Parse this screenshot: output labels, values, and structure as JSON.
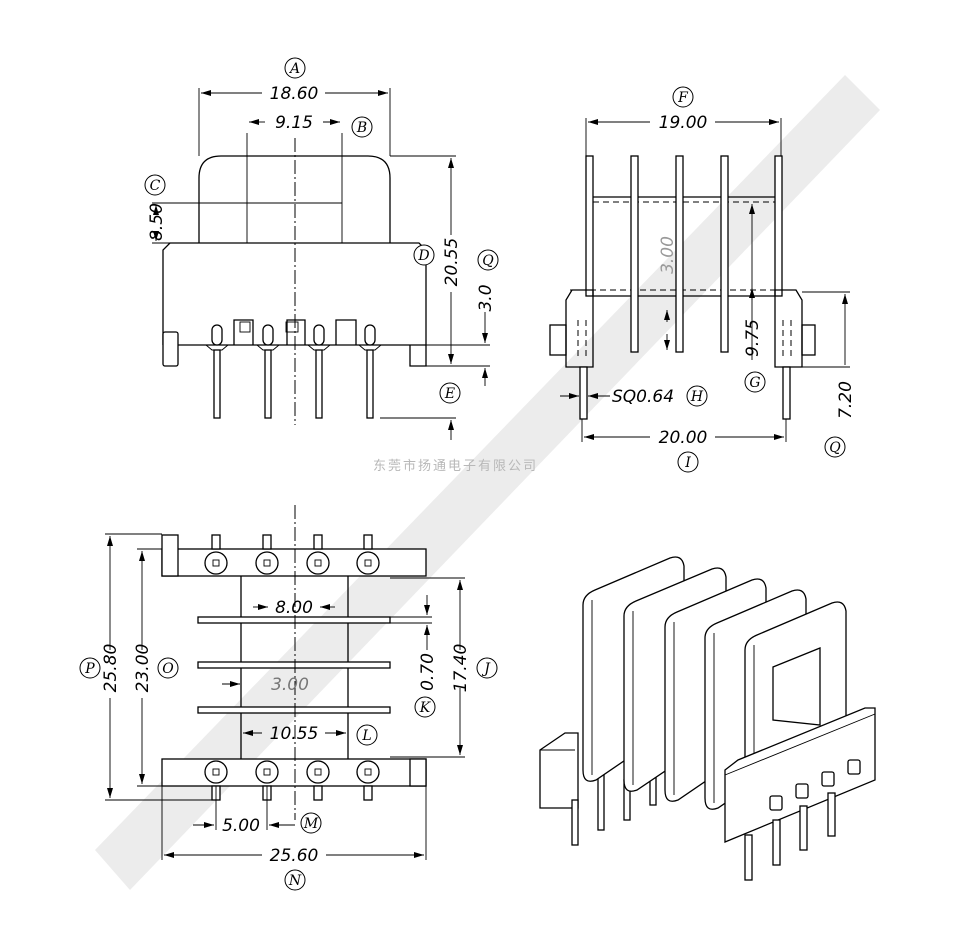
{
  "watermark": "东莞市扬通电子有限公司",
  "caption": "东莞市扬通电子有限公司",
  "colors": {
    "line": "#000000",
    "watermark": "#ececec",
    "caption": "#b8b8b8"
  },
  "front_view": {
    "A": {
      "label": "A",
      "value": "18.60"
    },
    "B": {
      "label": "B",
      "value": "9.15"
    },
    "C": {
      "label": "C",
      "value": "8.50"
    },
    "D": {
      "label": "D",
      "value": "20.55"
    },
    "Q": {
      "label": "Q",
      "value": "3.0"
    },
    "E": {
      "label": "E"
    }
  },
  "side_view": {
    "F": {
      "label": "F",
      "value": "19.00"
    },
    "inner": {
      "value": "3.00"
    },
    "G": {
      "label": "G",
      "value": "9.75"
    },
    "H": {
      "label": "H",
      "value": "SQ0.64"
    },
    "I": {
      "label": "I",
      "value": "20.00"
    },
    "Q": {
      "label": "Q",
      "value": "7.20"
    }
  },
  "bottom_view": {
    "P": {
      "label": "P",
      "value": "25.80"
    },
    "O": {
      "label": "O",
      "value": "23.00"
    },
    "J": {
      "label": "J",
      "value": "17.40"
    },
    "K": {
      "label": "K",
      "value": "0.70"
    },
    "L": {
      "label": "L",
      "value": "10.55"
    },
    "slot": {
      "value": "8.00"
    },
    "gap": {
      "value": "3.00"
    },
    "M": {
      "label": "M",
      "value": "5.00"
    },
    "N": {
      "label": "N",
      "value": "25.60"
    }
  }
}
